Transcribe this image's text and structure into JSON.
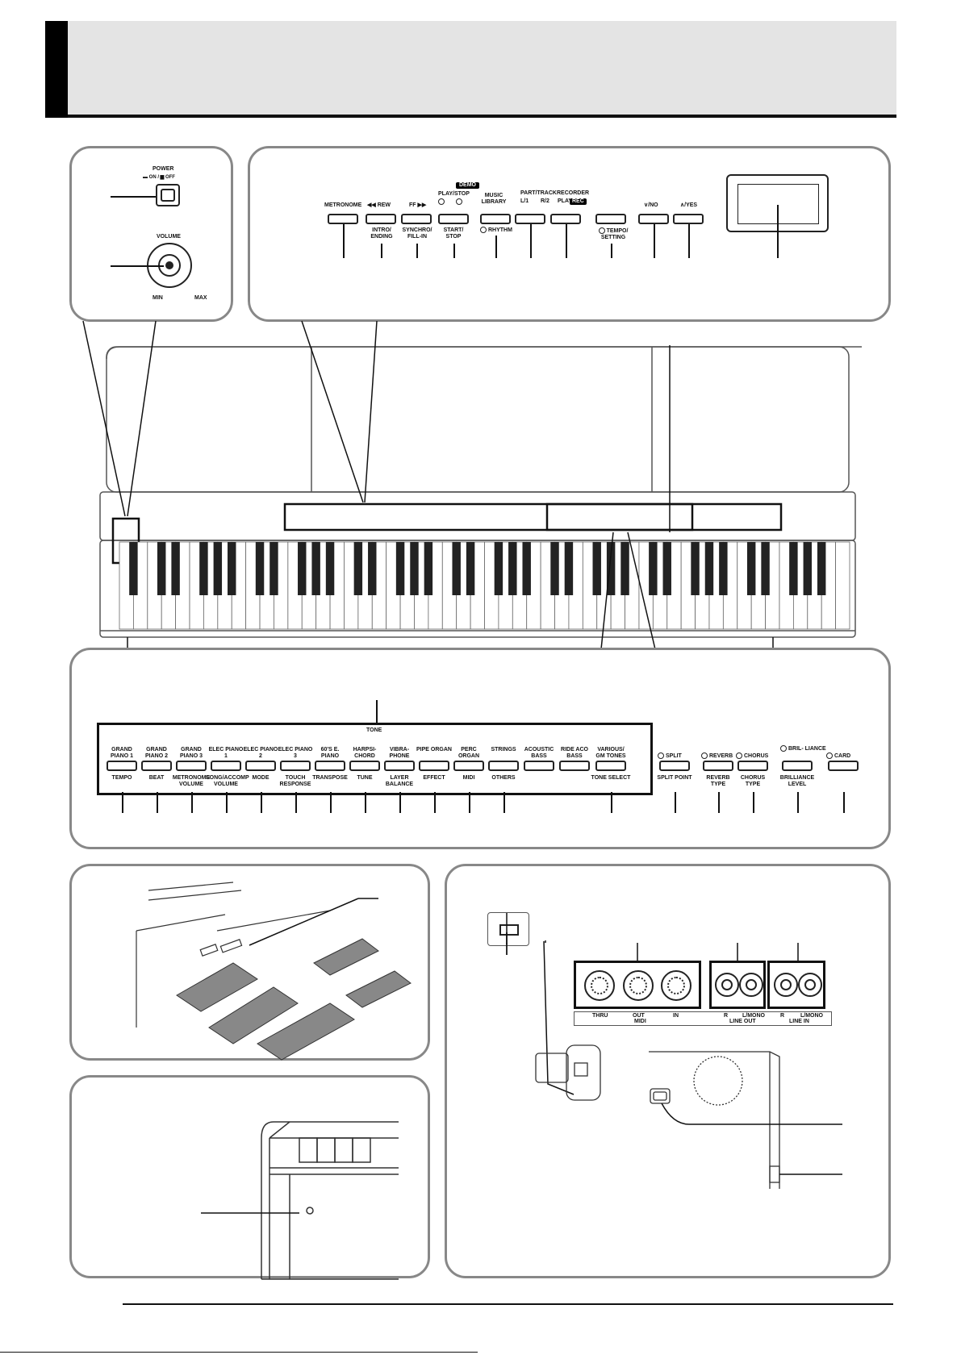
{
  "top_panel": {
    "power": {
      "title": "POWER",
      "sub": "▬ ON / ▆ OFF"
    },
    "volume": {
      "title": "VOLUME",
      "min": "MIN",
      "max": "MAX"
    }
  },
  "control_panel": {
    "demo_label": "DEMO",
    "part_track_label": "PART/TRACK",
    "recorder_label": "RECORDER",
    "rec_label": "REC",
    "buttons": [
      {
        "top": "METRONOME",
        "bottom": ""
      },
      {
        "top": "◀◀ REW",
        "bottom": "INTRO/ ENDING"
      },
      {
        "top": "FF ▶▶",
        "bottom": "SYNCHRO/ FILL-IN"
      },
      {
        "top": "PLAY/STOP",
        "bottom": "START/ STOP"
      },
      {
        "top": "MUSIC LIBRARY",
        "bottom": "RHYTHM"
      },
      {
        "top": "L/1",
        "bottom": ""
      },
      {
        "top": "R/2",
        "bottom": ""
      },
      {
        "top": "PLAY",
        "bottom": ""
      },
      {
        "top": "",
        "bottom": "TEMPO/ SETTING"
      },
      {
        "top": "∨/NO",
        "bottom": ""
      },
      {
        "top": "∧/YES",
        "bottom": ""
      }
    ]
  },
  "tone_panel": {
    "tone_label": "TONE",
    "buttons": [
      {
        "top": "GRAND PIANO 1",
        "bottom": "TEMPO"
      },
      {
        "top": "GRAND PIANO 2",
        "bottom": "BEAT"
      },
      {
        "top": "GRAND PIANO 3",
        "bottom": "METRONOME VOLUME"
      },
      {
        "top": "ELEC PIANO 1",
        "bottom": "SONG/ACCOMP VOLUME"
      },
      {
        "top": "ELEC PIANO 2",
        "bottom": "MODE"
      },
      {
        "top": "ELEC PIANO 3",
        "bottom": "TOUCH RESPONSE"
      },
      {
        "top": "60'S E. PIANO",
        "bottom": "TRANSPOSE"
      },
      {
        "top": "HARPSI- CHORD",
        "bottom": "TUNE"
      },
      {
        "top": "VIBRA- PHONE",
        "bottom": "LAYER BALANCE"
      },
      {
        "top": "PIPE ORGAN",
        "bottom": "EFFECT"
      },
      {
        "top": "PERC ORGAN",
        "bottom": "MIDI"
      },
      {
        "top": "STRINGS",
        "bottom": "OTHERS"
      },
      {
        "top": "ACOUSTIC BASS",
        "bottom": ""
      },
      {
        "top": "RIDE ACO BASS",
        "bottom": ""
      },
      {
        "top": "VARIOUS/ GM TONES",
        "bottom": "TONE SELECT"
      }
    ],
    "effect_buttons": [
      {
        "top": "SPLIT",
        "bottom": "SPLIT POINT"
      },
      {
        "top": "REVERB",
        "bottom": "REVERB TYPE"
      },
      {
        "top": "CHORUS",
        "bottom": "CHORUS TYPE"
      },
      {
        "top": "BRIL- LIANCE",
        "bottom": "BRILLIANCE LEVEL"
      },
      {
        "top": "CARD",
        "bottom": ""
      }
    ]
  },
  "rear_panel": {
    "midi_thru": "THRU",
    "midi_out": "OUT",
    "midi_in": "IN",
    "midi_group": "MIDI",
    "line_out_r": "R",
    "line_out_l": "L/MONO",
    "line_out_group": "LINE OUT",
    "line_in_r": "R",
    "line_in_l": "L/MONO",
    "line_in_group": "LINE IN"
  }
}
